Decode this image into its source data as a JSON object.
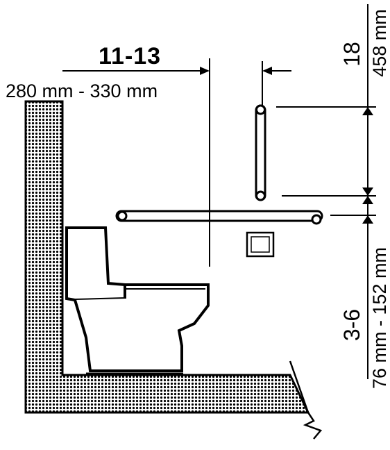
{
  "dimensions": {
    "horizontal_offset": {
      "imperial": "11-13",
      "metric": "280 mm - 330 mm"
    },
    "vertical_bar_length": {
      "imperial": "18",
      "metric": "458 mm"
    },
    "bar_gap": {
      "imperial": "3-6",
      "metric": "76 mm - 152 mm"
    }
  },
  "colors": {
    "line": "#000000",
    "hatch_dot": "#000000",
    "background": "#ffffff"
  }
}
